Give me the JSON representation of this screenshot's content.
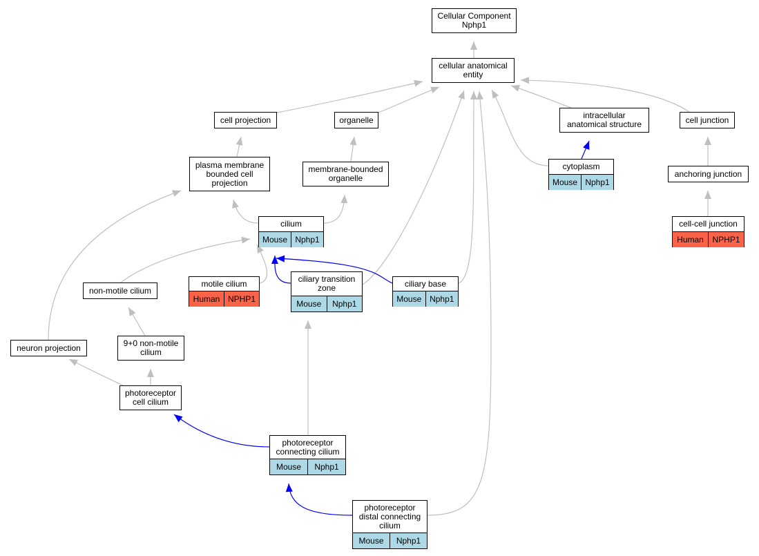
{
  "colors": {
    "mouse": "#add8e6",
    "human": "#fa6347",
    "edge_gray": "#bfbfbf",
    "edge_blue": "#0000ff"
  },
  "nodes": {
    "root": {
      "label": "Cellular Component\nNphp1"
    },
    "cellular_anatomical_entity": {
      "label": "cellular anatomical\nentity"
    },
    "cell_projection": {
      "label": "cell projection"
    },
    "organelle": {
      "label": "organelle"
    },
    "intracellular_anatomical_structure": {
      "label": "intracellular\nanatomical structure"
    },
    "cell_junction": {
      "label": "cell junction"
    },
    "plasma_membrane_bounded_cell_projection": {
      "label": "plasma membrane\nbounded cell\nprojection"
    },
    "membrane_bounded_organelle": {
      "label": "membrane-bounded\norganelle"
    },
    "cytoplasm": {
      "label": "cytoplasm",
      "species": "Mouse",
      "gene": "Nphp1"
    },
    "anchoring_junction": {
      "label": "anchoring junction"
    },
    "cilium": {
      "label": "cilium",
      "species": "Mouse",
      "gene": "Nphp1"
    },
    "cell_cell_junction": {
      "label": "cell-cell junction",
      "species": "Human",
      "gene": "NPHP1"
    },
    "non_motile_cilium": {
      "label": "non-motile cilium"
    },
    "motile_cilium": {
      "label": "motile cilium",
      "species": "Human",
      "gene": "NPHP1"
    },
    "ciliary_transition_zone": {
      "label": "ciliary transition\nzone",
      "species": "Mouse",
      "gene": "Nphp1"
    },
    "ciliary_base": {
      "label": "ciliary base",
      "species": "Mouse",
      "gene": "Nphp1"
    },
    "neuron_projection": {
      "label": "neuron projection"
    },
    "nine_zero_non_motile_cilium": {
      "label": "9+0 non-motile\ncilium"
    },
    "photoreceptor_cell_cilium": {
      "label": "photoreceptor\ncell cilium"
    },
    "photoreceptor_connecting_cilium": {
      "label": "photoreceptor\nconnecting cilium",
      "species": "Mouse",
      "gene": "Nphp1"
    },
    "photoreceptor_distal_connecting_cilium": {
      "label": "photoreceptor\ndistal connecting\ncilium",
      "species": "Mouse",
      "gene": "Nphp1"
    }
  },
  "edges": [
    {
      "from": "cellular_anatomical_entity",
      "to": "root",
      "color": "gray"
    },
    {
      "from": "cell_projection",
      "to": "cellular_anatomical_entity",
      "color": "gray"
    },
    {
      "from": "organelle",
      "to": "cellular_anatomical_entity",
      "color": "gray"
    },
    {
      "from": "intracellular_anatomical_structure",
      "to": "cellular_anatomical_entity",
      "color": "gray"
    },
    {
      "from": "cell_junction",
      "to": "cellular_anatomical_entity",
      "color": "gray"
    },
    {
      "from": "cytoplasm",
      "to": "cellular_anatomical_entity",
      "color": "gray"
    },
    {
      "from": "ciliary_transition_zone",
      "to": "cellular_anatomical_entity",
      "color": "gray"
    },
    {
      "from": "ciliary_base",
      "to": "cellular_anatomical_entity",
      "color": "gray"
    },
    {
      "from": "photoreceptor_distal_connecting_cilium",
      "to": "cellular_anatomical_entity",
      "color": "gray"
    },
    {
      "from": "plasma_membrane_bounded_cell_projection",
      "to": "cell_projection",
      "color": "gray"
    },
    {
      "from": "membrane_bounded_organelle",
      "to": "organelle",
      "color": "gray"
    },
    {
      "from": "cytoplasm",
      "to": "intracellular_anatomical_structure",
      "color": "blue"
    },
    {
      "from": "anchoring_junction",
      "to": "cell_junction",
      "color": "gray"
    },
    {
      "from": "cell_cell_junction",
      "to": "anchoring_junction",
      "color": "gray"
    },
    {
      "from": "cilium",
      "to": "plasma_membrane_bounded_cell_projection",
      "color": "gray"
    },
    {
      "from": "cilium",
      "to": "membrane_bounded_organelle",
      "color": "gray"
    },
    {
      "from": "neuron_projection",
      "to": "plasma_membrane_bounded_cell_projection",
      "color": "gray"
    },
    {
      "from": "non_motile_cilium",
      "to": "cilium",
      "color": "gray"
    },
    {
      "from": "motile_cilium",
      "to": "cilium",
      "color": "gray"
    },
    {
      "from": "ciliary_transition_zone",
      "to": "cilium",
      "color": "blue"
    },
    {
      "from": "ciliary_base",
      "to": "cilium",
      "color": "blue"
    },
    {
      "from": "nine_zero_non_motile_cilium",
      "to": "non_motile_cilium",
      "color": "gray"
    },
    {
      "from": "photoreceptor_cell_cilium",
      "to": "nine_zero_non_motile_cilium",
      "color": "gray"
    },
    {
      "from": "photoreceptor_cell_cilium",
      "to": "neuron_projection",
      "color": "gray"
    },
    {
      "from": "photoreceptor_connecting_cilium",
      "to": "photoreceptor_cell_cilium",
      "color": "blue"
    },
    {
      "from": "photoreceptor_connecting_cilium",
      "to": "ciliary_transition_zone",
      "color": "gray"
    },
    {
      "from": "photoreceptor_distal_connecting_cilium",
      "to": "photoreceptor_connecting_cilium",
      "color": "blue"
    }
  ]
}
